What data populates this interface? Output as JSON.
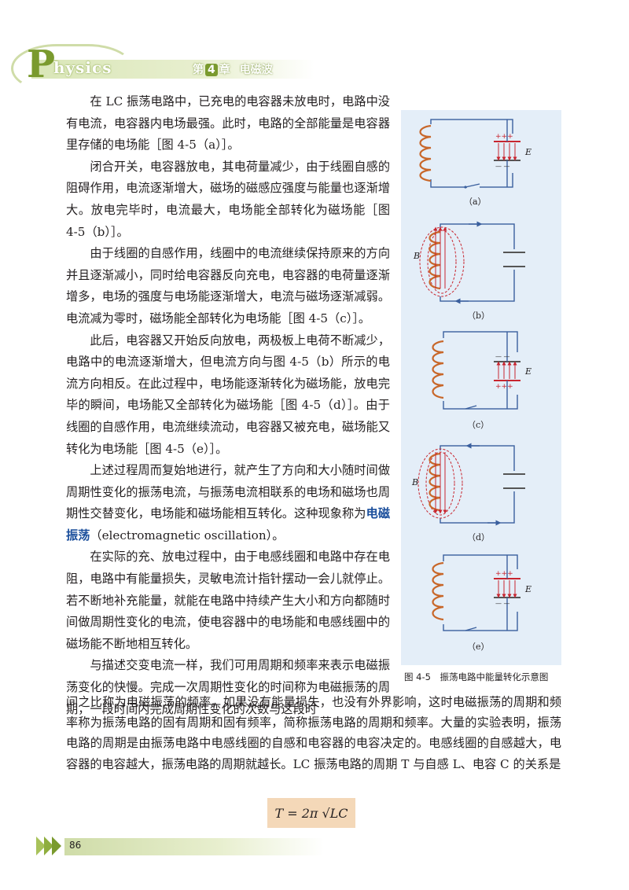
{
  "header": {
    "logo_letter": "P",
    "logo_rest": "hysics",
    "chapter_prefix": "第",
    "chapter_num": "4",
    "chapter_suffix": "章",
    "chapter_title": "电磁波"
  },
  "paragraphs": [
    "在 LC 振荡电路中，已充电的电容器未放电时，电路中没有电流，电容器内电场最强。此时，电路的全部能量是电容器里存储的电场能［图 4-5（a）］。",
    "闭合开关，电容器放电，其电荷量减少，由于线圈自感的阻碍作用，电流逐渐增大，磁场的磁感应强度与能量也逐渐增大。放电完毕时，电流最大，电场能全部转化为磁场能［图 4-5（b）］。",
    "由于线圈的自感作用，线圈中的电流继续保持原来的方向并且逐渐减小，同时给电容器反向充电，电容器的电荷量逐渐增多，电场的强度与电场能逐渐增大，电流与磁场逐渐减弱。电流减为零时，磁场能全部转化为电场能［图 4-5（c）］。",
    "此后，电容器又开始反向放电，两极板上电荷不断减少，电路中的电流逐渐增大，但电流方向与图 4-5（b）所示的电流方向相反。在此过程中，电场能逐渐转化为磁场能，放电完毕的瞬间，电场能又全部转化为磁场能［图 4-5（d）］。由于线圈的自感作用，电流继续流动，电容器又被充电，磁场能又转化为电场能［图 4-5（e）］。"
  ],
  "p5_before": "上述过程周而复始地进行，就产生了方向和大小随时间做周期性变化的振荡电流，与振荡电流相联系的电场和磁场也周期性交替变化，电场能和磁场能相互转化。这种现象称为",
  "p5_term": "电磁振荡",
  "p5_after": "（electromagnetic oscillation）。",
  "p6": "在实际的充、放电过程中，由于电感线圈和电路中存在电阻，电路中有能量损失，灵敏电流计指针摆动一会儿就停止。若不断地补充能量，就能在电路中持续产生大小和方向都随时间做周期性变化的电流，使电容器中的电场能和电感线圈中的磁场能不断地相互转化。",
  "p7_start": "与描述交变电流一样，我们可用周期和频率来表示电磁振荡变化的快慢。完成一次周期性变化的时间称为电磁振荡的周期，一段时间内完成周期性变化的次数与这段时",
  "p7_rest": "间之比称为电磁振荡的频率。如果没有能量损失，也没有外界影响，这时电磁振荡的周期和频率称为振荡电路的固有周期和固有频率，简称振荡电路的周期和频率。大量的实验表明，振荡电路的周期是由振荡电路中电感线圈的自感和电容器的电容决定的。电感线圈的自感越大，电容器的电容越大，振荡电路的周期就越长。LC 振荡电路的周期 T 与自感 L、电容 C 的关系是",
  "formula": "T = 2π √LC",
  "figure": {
    "caption": "图 4-5　振荡电路中能量转化示意图",
    "labels": [
      "（a）",
      "（b）",
      "（c）",
      "（d）",
      "（e）"
    ],
    "E_label": "E",
    "B_label": "B",
    "plus_signs": "+++",
    "minus_signs": "— —"
  },
  "footer": {
    "page_number": "86"
  },
  "colors": {
    "accent_green": "#7a9a2e",
    "term_blue": "#1b4f9c",
    "coil": "#c8672a",
    "wire": "#3a5f9e",
    "field": "#c8252f",
    "panel": "#e4eef8"
  }
}
